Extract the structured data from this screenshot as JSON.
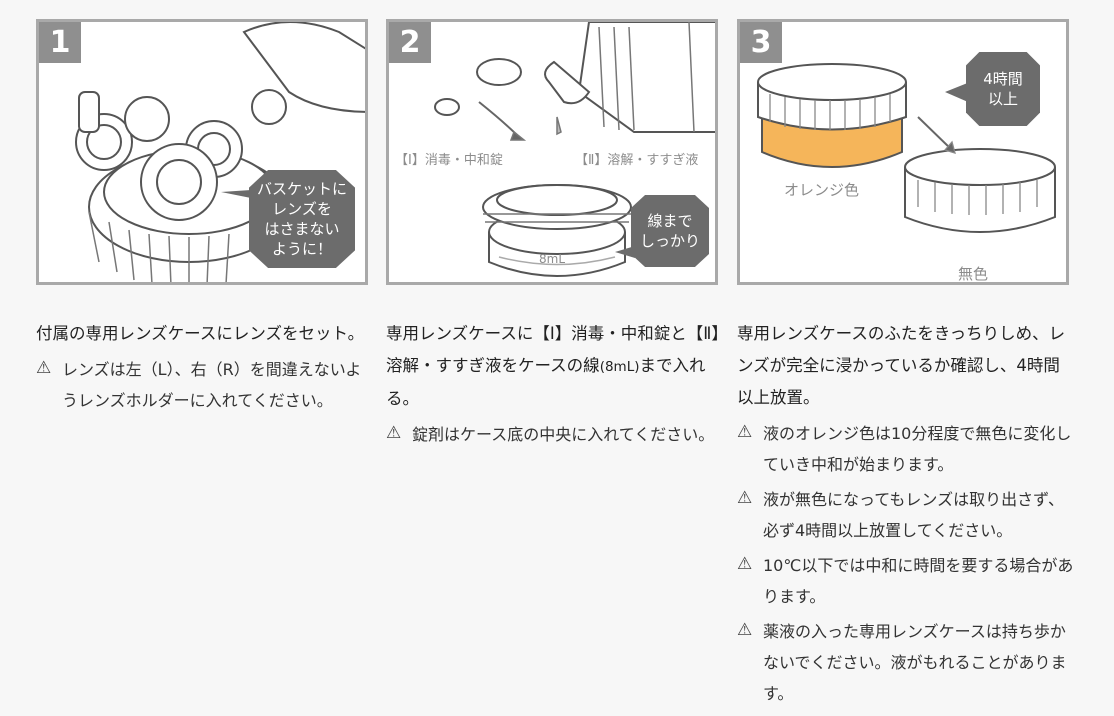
{
  "steps": [
    {
      "number": "1",
      "callout": [
        "バスケットに",
        "レンズを",
        "はさまない",
        "ように！"
      ],
      "lead": "付属の専用レンズケースにレンズをセット。",
      "notes": [
        "レンズは左（L）、右（R）を間違えないようレンズホルダーに入れてください。"
      ]
    },
    {
      "number": "2",
      "label_left": "【Ⅰ】消毒・中和錠",
      "label_right": "【Ⅱ】溶解・すすぎ液",
      "volume": "8mL",
      "callout": [
        "線まで",
        "しっかり"
      ],
      "lead_a": "専用レンズケースに【Ⅰ】消毒・中和錠と【Ⅱ】溶解・すすぎ液をケースの線",
      "lead_b": "(8mL)",
      "lead_c": "まで入れる。",
      "notes": [
        "錠剤はケース底の中央に入れてください。"
      ]
    },
    {
      "number": "3",
      "label_orange": "オレンジ色",
      "label_clear": "無色",
      "callout": [
        "4時間",
        "以上"
      ],
      "lead": "専用レンズケースのふたをきっちりしめ、レンズが完全に浸かっているか確認し、4時間以上放置。",
      "notes": [
        "液のオレンジ色は10分程度で無色に変化していき中和が始まります。",
        "液が無色になってもレンズは取り出さず、必ず4時間以上放置してください。",
        "10℃以下では中和に時間を要する場合があります。",
        "薬液の入った専用レンズケースは持ち歩かないでください。液がもれることがあります。"
      ]
    }
  ],
  "warning_symbol": "⚠",
  "colors": {
    "panel_border": "#a9a9a9",
    "badge": "#8f8f8f",
    "callout": "#6c6c6c",
    "orange": "#f5b55a"
  }
}
